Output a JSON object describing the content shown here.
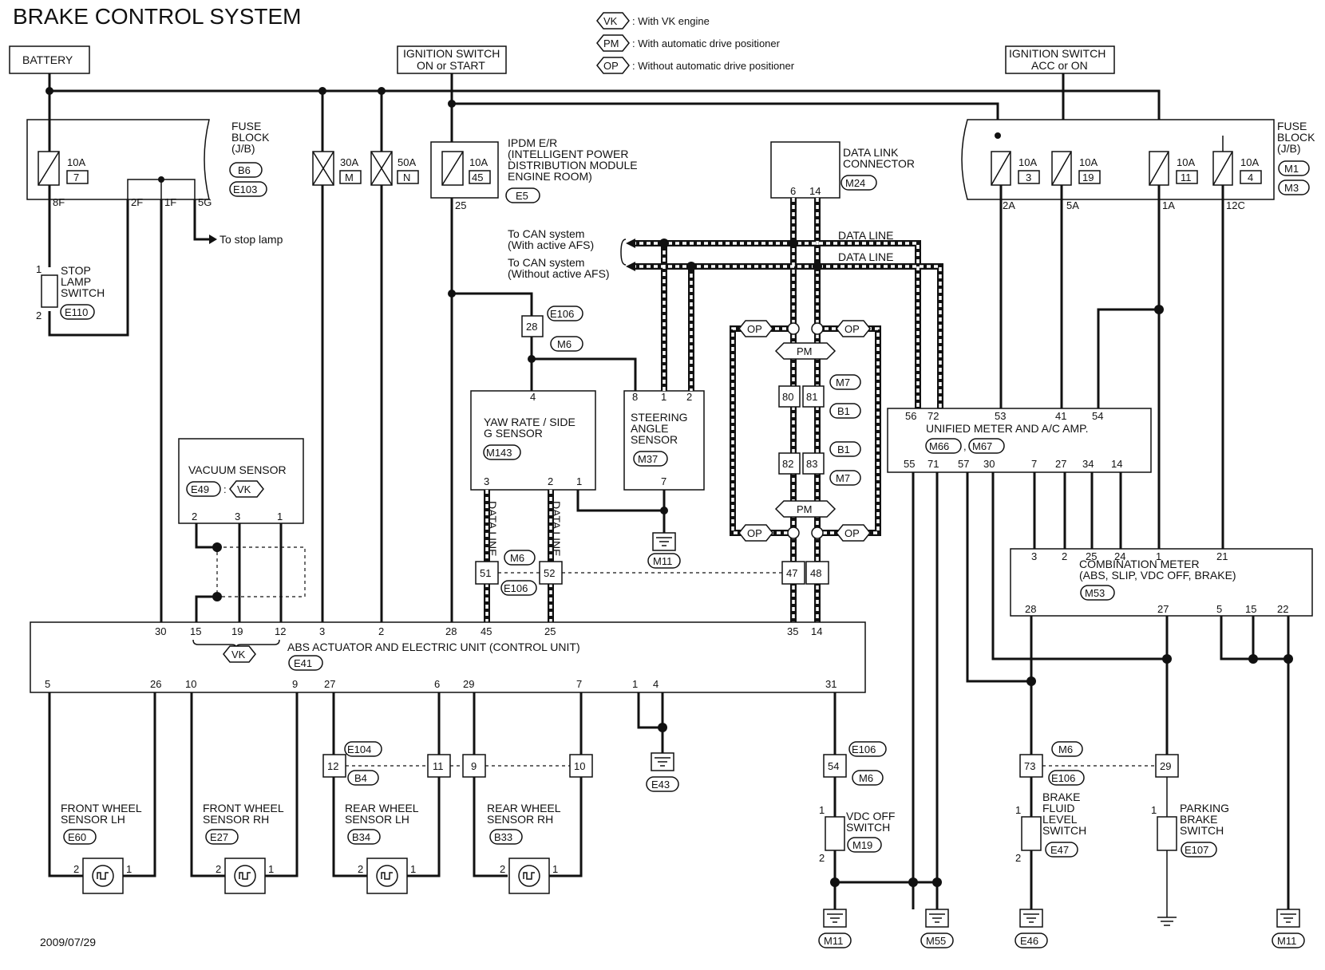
{
  "title": "BRAKE CONTROL SYSTEM",
  "date": "2009/07/29",
  "legend": [
    {
      "code": "VK",
      "text": ": With VK engine"
    },
    {
      "code": "PM",
      "text": ": With automatic drive positioner"
    },
    {
      "code": "OP",
      "text": ": Without automatic drive positioner"
    }
  ],
  "power": {
    "battery": "BATTERY",
    "ign_on_start": [
      "IGNITION SWITCH",
      "ON or START"
    ],
    "ign_acc_on": [
      "IGNITION SWITCH",
      "ACC or ON"
    ]
  },
  "fuse_block_left": {
    "label": [
      "FUSE",
      "BLOCK",
      "(J/B)"
    ],
    "conn1": "B6",
    "conn2": "E103",
    "fuse": {
      "amp": "10A",
      "num": "7"
    },
    "pins": [
      "8F",
      "2F",
      "1F",
      "5G"
    ],
    "stop_lamp": "To stop lamp"
  },
  "fusible_links": [
    {
      "amp": "30A",
      "id": "M"
    },
    {
      "amp": "50A",
      "id": "N"
    }
  ],
  "ipdm": {
    "label": [
      "IPDM E/R",
      "(INTELLIGENT POWER",
      "DISTRIBUTION MODULE",
      "ENGINE ROOM)"
    ],
    "conn": "E5",
    "amp": "10A",
    "num": "45",
    "pin": "25"
  },
  "dlc": {
    "label": [
      "DATA LINK",
      "CONNECTOR"
    ],
    "conn": "M24",
    "pins": [
      "6",
      "14"
    ]
  },
  "fuse_block_right": {
    "label": [
      "FUSE",
      "BLOCK",
      "(J/B)"
    ],
    "conn1": "M1",
    "conn2": "M3",
    "fuses": [
      {
        "amp": "10A",
        "num": "3",
        "pin": "2A"
      },
      {
        "amp": "10A",
        "num": "19",
        "pin": "5A"
      },
      {
        "amp": "10A",
        "num": "11",
        "pin": "1A"
      },
      {
        "amp": "10A",
        "num": "4",
        "pin": "12C"
      }
    ]
  },
  "can": {
    "with_afs": [
      "To CAN system",
      "(With active AFS)"
    ],
    "without_afs": [
      "To CAN system",
      "(Without active AFS)"
    ],
    "data_line": "DATA LINE"
  },
  "stop_lamp_switch": {
    "label": [
      "STOP",
      "LAMP",
      "SWITCH"
    ],
    "conn": "E110",
    "pins": [
      "1",
      "2"
    ]
  },
  "vacuum_sensor": {
    "label": "VACUUM SENSOR",
    "conn": "E49",
    "variant": "VK",
    "pins": [
      "2",
      "3",
      "1"
    ]
  },
  "yaw_sensor": {
    "label": [
      "YAW RATE / SIDE",
      "G SENSOR"
    ],
    "conn": "M143",
    "pin_top": "4",
    "pins": [
      "3",
      "2",
      "1"
    ]
  },
  "steering_sensor": {
    "label": [
      "STEERING",
      "ANGLE",
      "SENSOR"
    ],
    "conn": "M37",
    "pins_top": [
      "8",
      "1",
      "2"
    ],
    "pin_bottom": "7"
  },
  "connectors": {
    "e106_m6_top": {
      "pin": "28",
      "a": "E106",
      "b": "M6"
    },
    "m7_b1_a": {
      "pins": [
        "80",
        "81"
      ],
      "a": "M7",
      "b": "B1"
    },
    "m7_b1_b": {
      "pins": [
        "82",
        "83"
      ],
      "a": "B1",
      "b": "M7"
    },
    "m6_e106_mid": {
      "pins": [
        "51",
        "52",
        "47",
        "48"
      ],
      "a": "M6",
      "b": "E106"
    },
    "e104_b4": {
      "pins": [
        "12",
        "11",
        "9",
        "10"
      ],
      "a": "E104",
      "b": "B4"
    },
    "vdc_conn": {
      "pin": "54",
      "a": "E106",
      "b": "M6"
    },
    "meter_conn": {
      "pins": [
        "73",
        "29"
      ],
      "a": "M6",
      "b": "E106"
    }
  },
  "pm_label": "PM",
  "op_label": "OP",
  "data_line_vertical": "DATA LINE",
  "unified_meter": {
    "label": "UNIFIED METER AND A/C AMP.",
    "conn1": "M66",
    "conn2": "M67",
    "pins_top": [
      "56",
      "72",
      "53",
      "41",
      "54"
    ],
    "pins_bottom": [
      "55",
      "71",
      "57",
      "30",
      "7",
      "27",
      "34",
      "14"
    ]
  },
  "combination_meter": {
    "label": [
      "COMBINATION METER",
      "(ABS, SLIP, VDC OFF, BRAKE)"
    ],
    "conn": "M53",
    "pins_top": [
      "3",
      "2",
      "25",
      "24",
      "1",
      "21"
    ],
    "pins_bottom": [
      "28",
      "27",
      "5",
      "15",
      "22"
    ]
  },
  "abs_unit": {
    "label": "ABS ACTUATOR AND ELECTRIC UNIT (CONTROL UNIT)",
    "conn": "E41",
    "variant": "VK",
    "pins_top": [
      "30",
      "15",
      "19",
      "12",
      "3",
      "2",
      "28",
      "45",
      "25",
      "35",
      "14"
    ],
    "pins_bottom": [
      "5",
      "26",
      "10",
      "9",
      "27",
      "6",
      "29",
      "7",
      "1",
      "4",
      "31"
    ]
  },
  "wheel_sensors": [
    {
      "label": [
        "FRONT WHEEL",
        "SENSOR LH"
      ],
      "conn": "E60"
    },
    {
      "label": [
        "FRONT WHEEL",
        "SENSOR RH"
      ],
      "conn": "E27"
    },
    {
      "label": [
        "REAR WHEEL",
        "SENSOR LH"
      ],
      "conn": "B34"
    },
    {
      "label": [
        "REAR WHEEL",
        "SENSOR RH"
      ],
      "conn": "B33"
    }
  ],
  "wheel_pins": [
    "2",
    "1"
  ],
  "vdc_off_switch": {
    "label": [
      "VDC OFF",
      "SWITCH"
    ],
    "conn": "M19",
    "pins": [
      "1",
      "2"
    ]
  },
  "brake_fluid_switch": {
    "label": [
      "BRAKE",
      "FLUID",
      "LEVEL",
      "SWITCH"
    ],
    "conn": "E47",
    "pins": [
      "1",
      "2"
    ]
  },
  "parking_brake_switch": {
    "label": [
      "PARKING",
      "BRAKE",
      "SWITCH"
    ],
    "conn": "E107",
    "pin": "1"
  },
  "grounds": [
    "E43",
    "M11",
    "M11",
    "M55",
    "E46",
    "M11"
  ]
}
